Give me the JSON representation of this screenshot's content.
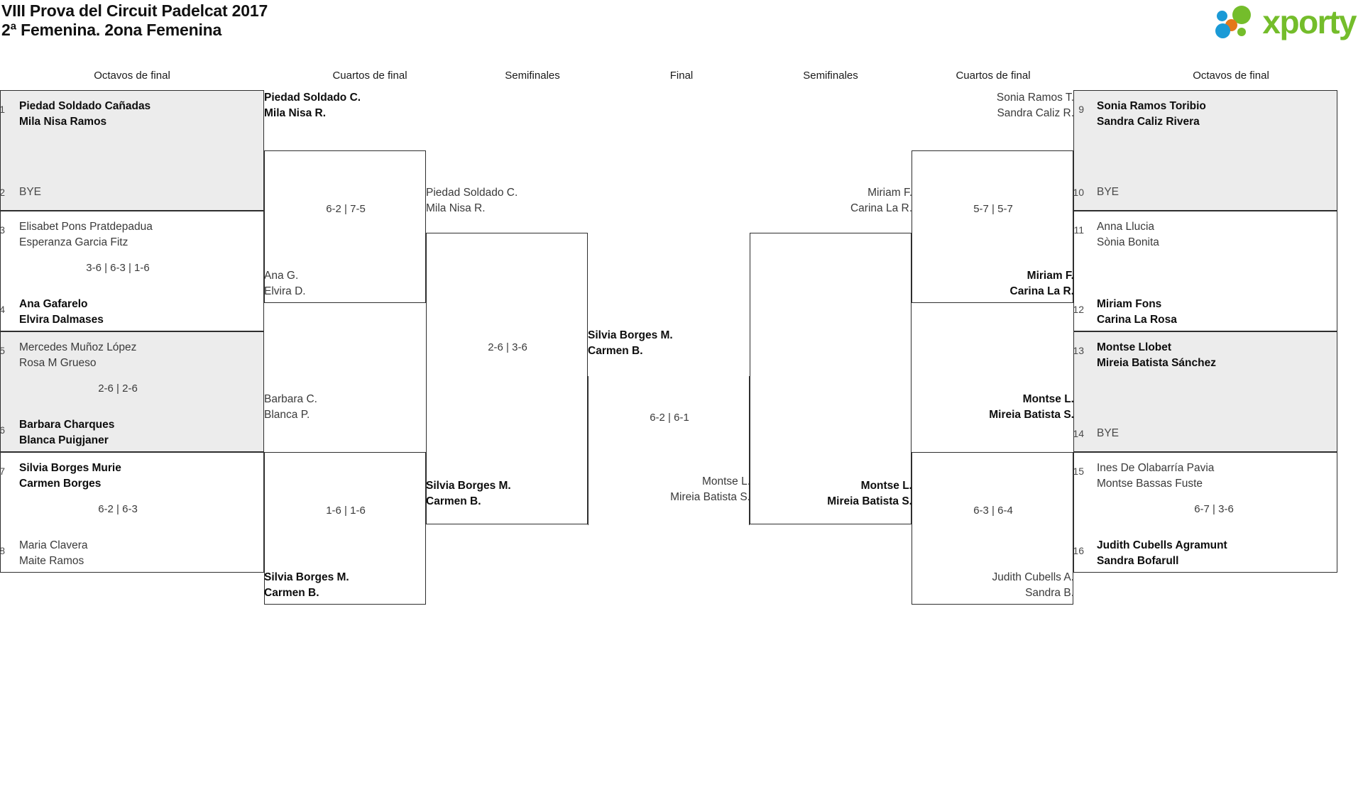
{
  "header": {
    "title_line1": "VIII Prova del Circuit Padelcat 2017",
    "title_line2": "2ª Femenina. 2ona Femenina",
    "logo_text": "xporty",
    "logo_colors": {
      "green": "#74bd2b",
      "blue": "#1b9ad6",
      "orange": "#e4781a"
    }
  },
  "round_headers": {
    "left_r16": "Octavos de final",
    "left_qf": "Cuartos de final",
    "left_sf": "Semifinales",
    "final": "Final",
    "right_sf": "Semifinales",
    "right_qf": "Cuartos de final",
    "right_r16": "Octavos de final"
  },
  "colors": {
    "shaded": "#ececec",
    "border": "#2e2e2e",
    "text": "#3a3a3a",
    "winner_text": "#0d0d0d"
  },
  "left_r16": [
    {
      "seed_top": "1",
      "seed_bottom": "2",
      "top": {
        "p1": "Piedad Soldado Cañadas",
        "p2": "Mila Nisa Ramos",
        "winner": true
      },
      "bottom": {
        "p1": "BYE",
        "p2": "",
        "winner": false,
        "is_bye": true
      },
      "score": "",
      "shaded": true
    },
    {
      "seed_top": "3",
      "seed_bottom": "4",
      "top": {
        "p1": "Elisabet Pons Pratdepadua",
        "p2": "Esperanza Garcia Fitz",
        "winner": false
      },
      "bottom": {
        "p1": "Ana Gafarelo",
        "p2": "Elvira Dalmases",
        "winner": true
      },
      "score": "3-6 | 6-3 | 1-6",
      "shaded": false
    },
    {
      "seed_top": "5",
      "seed_bottom": "6",
      "top": {
        "p1": "Mercedes Muñoz López",
        "p2": "Rosa M Grueso",
        "winner": false
      },
      "bottom": {
        "p1": "Barbara Charques",
        "p2": "Blanca Puigjaner",
        "winner": true
      },
      "score": "2-6 | 2-6",
      "shaded": true
    },
    {
      "seed_top": "7",
      "seed_bottom": "8",
      "top": {
        "p1": "Silvia Borges Murie",
        "p2": "Carmen Borges",
        "winner": true
      },
      "bottom": {
        "p1": "Maria Clavera",
        "p2": "Maite Ramos",
        "winner": false
      },
      "score": "6-2 | 6-3",
      "shaded": false
    }
  ],
  "left_qf": [
    {
      "top": {
        "p1": "Piedad Soldado C.",
        "p2": "Mila Nisa R.",
        "winner": true
      },
      "bottom": {
        "p1": "Ana G.",
        "p2": "Elvira D.",
        "winner": false
      },
      "score": "6-2 | 7-5"
    },
    {
      "top": {
        "p1": "Barbara C.",
        "p2": "Blanca P.",
        "winner": false
      },
      "bottom": {
        "p1": "Silvia Borges M.",
        "p2": "Carmen B.",
        "winner": true
      },
      "score": "1-6 | 1-6"
    }
  ],
  "left_sf": [
    {
      "top": {
        "p1": "Piedad Soldado C.",
        "p2": "Mila Nisa R.",
        "winner": false
      },
      "bottom": {
        "p1": "Silvia Borges M.",
        "p2": "Carmen B.",
        "winner": true
      },
      "score": "2-6 | 3-6"
    }
  ],
  "final": {
    "top": {
      "p1": "Silvia Borges M.",
      "p2": "Carmen B.",
      "winner": true
    },
    "bottom": {
      "p1": "Montse L.",
      "p2": "Mireia Batista S.",
      "winner": false
    },
    "score": "6-2 | 6-1"
  },
  "right_sf": [
    {
      "top": {
        "p1": "Miriam F.",
        "p2": "Carina La R.",
        "winner": false
      },
      "bottom": {
        "p1": "Montse L.",
        "p2": "Mireia Batista S.",
        "winner": true
      },
      "score": ""
    }
  ],
  "right_qf": [
    {
      "top": {
        "p1": "Sonia Ramos T.",
        "p2": "Sandra Caliz R.",
        "winner": false
      },
      "bottom": {
        "p1": "Miriam F.",
        "p2": "Carina La R.",
        "winner": true
      },
      "score": "5-7 | 5-7"
    },
    {
      "top": {
        "p1": "Montse L.",
        "p2": "Mireia Batista S.",
        "winner": true
      },
      "bottom": {
        "p1": "Judith Cubells A.",
        "p2": "Sandra B.",
        "winner": false
      },
      "score": "6-3 | 6-4"
    }
  ],
  "right_r16": [
    {
      "seed_top": "9",
      "seed_bottom": "10",
      "top": {
        "p1": "Sonia Ramos Toribio",
        "p2": "Sandra Caliz Rivera",
        "winner": true
      },
      "bottom": {
        "p1": "BYE",
        "p2": "",
        "winner": false,
        "is_bye": true
      },
      "score": "",
      "shaded": true
    },
    {
      "seed_top": "11",
      "seed_bottom": "12",
      "top": {
        "p1": "Anna Llucia",
        "p2": "Sònia Bonita",
        "winner": false
      },
      "bottom": {
        "p1": "Miriam Fons",
        "p2": "Carina La Rosa",
        "winner": true
      },
      "score": "",
      "shaded": false
    },
    {
      "seed_top": "13",
      "seed_bottom": "14",
      "top": {
        "p1": "Montse Llobet",
        "p2": "Mireia Batista Sánchez",
        "winner": true
      },
      "bottom": {
        "p1": "BYE",
        "p2": "",
        "winner": false,
        "is_bye": true
      },
      "score": "",
      "shaded": true
    },
    {
      "seed_top": "15",
      "seed_bottom": "16",
      "top": {
        "p1": "Ines De Olabarría Pavia",
        "p2": "Montse Bassas Fuste",
        "winner": false
      },
      "bottom": {
        "p1": "Judith Cubells Agramunt",
        "p2": "Sandra Bofarull",
        "winner": true
      },
      "score": "6-7 | 3-6",
      "shaded": false
    }
  ]
}
